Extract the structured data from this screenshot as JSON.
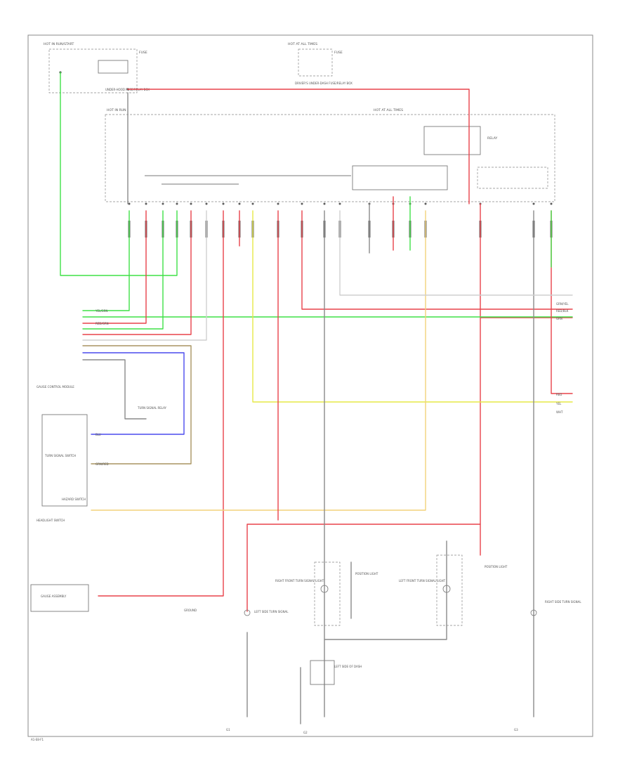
{
  "colors": {
    "red": "#e8424a",
    "green": "#3fe047",
    "blue": "#4a4aee",
    "yellow": "#e6e847",
    "tan": "#a89460",
    "yellow_light": "#f2d27a",
    "gray": "#8a8a8a",
    "light_gray": "#cfcfcf",
    "dark_gray": "#555555"
  },
  "labels": {
    "hot_in_run": "HOT IN RUN/START",
    "hot_at_all_times": "HOT AT ALL TIMES",
    "fuse_tl": "FUSE",
    "fuse_tr": "FUSE",
    "underhood_fuse_block": "UNDER-HOOD FUSE/RELAY BOX",
    "driver_under_dash": "DRIVER'S UNDER-DASH FUSE/RELAY BOX",
    "hot_in_run_2": "HOT IN RUN",
    "hot_at_all_times_2": "HOT AT ALL TIMES",
    "daytime_relay": "RELAY",
    "gauge_control": "GAUGE CONTROL MODULE",
    "turn_signal_relay": "TURN SIGNAL RELAY",
    "ground_b": "GROUND",
    "right_front_turn": "RIGHT FRONT TURN SIGNAL LIGHT",
    "left_front_turn": "LEFT FRONT TURN SIGNAL LIGHT",
    "position_light_r": "POSITION LIGHT",
    "position_light_l": "POSITION LIGHT",
    "left_side_turn": "LEFT SIDE TURN SIGNAL",
    "right_side_turn": "RIGHT SIDE TURN SIGNAL",
    "cluster_assembly": "GAUGE ASSEMBLY",
    "combination_switch": "TURN SIGNAL SWITCH",
    "hazard_switch": "HAZARD SWITCH",
    "headlight_switch": "HEADLIGHT SWITCH",
    "left_door": "LEFT SIDE OF DASH",
    "ground_g1": "G1",
    "ground_g2": "G2",
    "ground_g3": "G3",
    "footer": "A1-E8-F1"
  },
  "wire_tags": {
    "w1": "GRN/YEL",
    "w2": "RED/BLK",
    "w3": "GRN",
    "w4": "RED",
    "w5": "BLU",
    "w6": "YEL",
    "w7": "RED/GRN",
    "w8": "YEL/GRN",
    "w9": "GRN/RED",
    "w10": "WHT"
  }
}
